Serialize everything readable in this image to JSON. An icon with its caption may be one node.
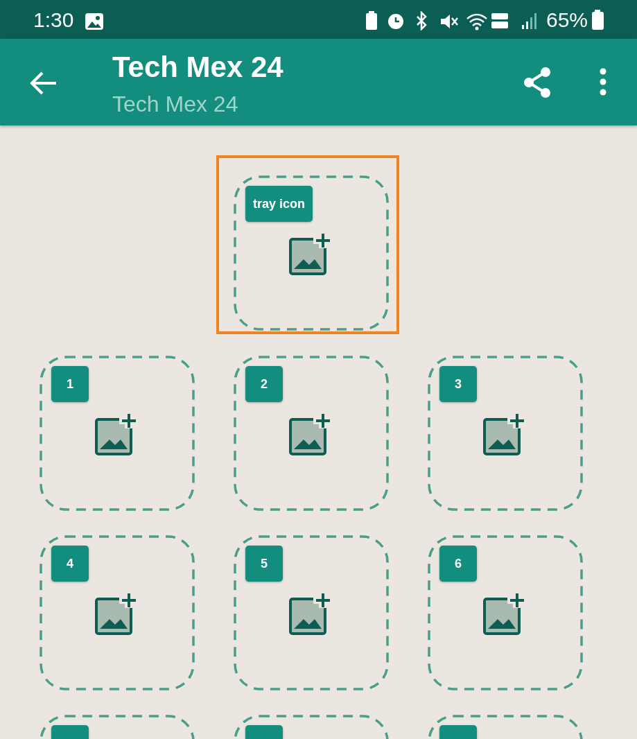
{
  "diagram": {
    "nodes": [
      {
        "text": [
          "tray icon"
        ]
      },
      {
        "text": [
          "1"
        ]
      },
      {
        "text": [
          "2"
        ]
      },
      {
        "text": [
          "3"
        ]
      },
      {
        "text": [
          "4"
        ]
      },
      {
        "text": [
          "5"
        ]
      },
      {
        "text": [
          "6"
        ]
      },
      {
        "text": [],
        "shape": "box"
      },
      {
        "text": [],
        "shape": "box"
      },
      {
        "text": [],
        "shape": "box"
      }
    ],
    "edges": [],
    "labels": [
      "1:30",
      "65%",
      "Tech Mex 24",
      "Tech Mex 24"
    ]
  }
}
